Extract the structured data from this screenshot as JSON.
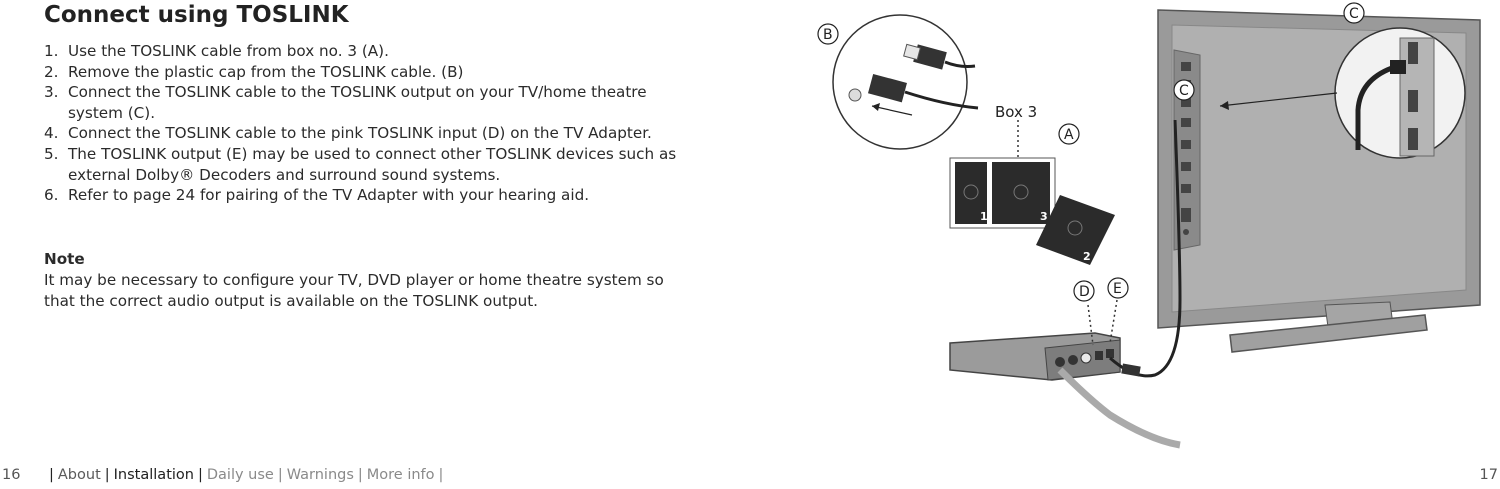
{
  "heading": "Connect using TOSLINK",
  "steps": [
    {
      "num": "1.",
      "text": "Use the TOSLINK cable from box no. 3 (A)."
    },
    {
      "num": "2.",
      "text": "Remove the plastic cap from the TOSLINK cable. (B)"
    },
    {
      "num": "3.",
      "text": "Connect the TOSLINK cable to the TOSLINK output on your TV/home theatre system (C)."
    },
    {
      "num": "4.",
      "text": "Connect the TOSLINK cable to the pink TOSLINK input (D) on the TV Adapter."
    },
    {
      "num": "5.",
      "text": "The TOSLINK output (E) may be used to connect other TOSLINK devices such as external Dolby® Decoders and surround sound systems."
    },
    {
      "num": "6.",
      "text": "Refer to page 24 for pairing of the TV Adapter with your hearing aid."
    }
  ],
  "note": {
    "title": "Note",
    "body": "It may be necessary to configure your TV, DVD player or home theatre system so that the correct audio output is available on the TOSLINK output."
  },
  "footer": {
    "page_left": "16",
    "page_right": "17",
    "nav": [
      "About",
      "Installation",
      "Daily use",
      "Warnings",
      "More info"
    ]
  },
  "illustration": {
    "box_label": "Box 3",
    "badges": {
      "a": "A",
      "b": "B",
      "c": "C",
      "d": "D",
      "e": "E"
    },
    "box_numbers": [
      "1",
      "3",
      "2"
    ]
  }
}
